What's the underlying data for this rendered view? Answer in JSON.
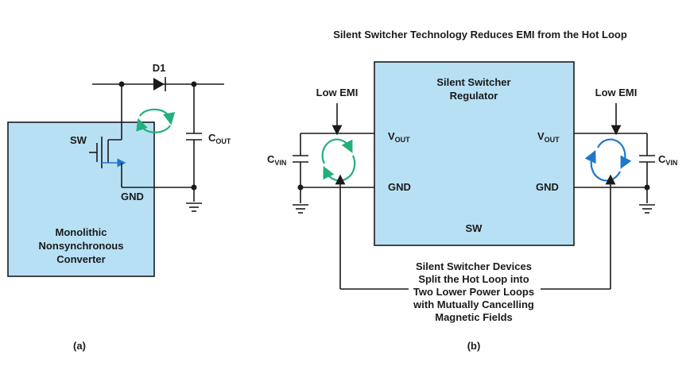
{
  "title": "Silent Switcher Technology Reduces EMI from the Hot Loop",
  "colors": {
    "block_fill": "#b7e0f4",
    "green_loop": "#22b07a",
    "blue_loop": "#1f78c8",
    "wire": "#1a1a1a"
  },
  "panel_a": {
    "caption": "(a)",
    "diode": "D1",
    "sw": "SW",
    "gnd": "GND",
    "cap_main": "C",
    "cap_sub": "OUT",
    "block_lines": [
      "Monolithic",
      "Nonsynchronous",
      "Converter"
    ]
  },
  "panel_b": {
    "caption": "(b)",
    "regulator_lines": [
      "Silent Switcher",
      "Regulator"
    ],
    "low_emi_left": "Low EMI",
    "low_emi_right": "Low EMI",
    "vout_main": "V",
    "vout_sub": "OUT",
    "gnd": "GND",
    "sw": "SW",
    "cvin_main": "C",
    "cvin_sub": "VIN",
    "note_lines": [
      "Silent Switcher Devices",
      "Split the Hot Loop into",
      "Two Lower Power Loops",
      "with Mutually Cancelling",
      "Magnetic Fields"
    ]
  }
}
